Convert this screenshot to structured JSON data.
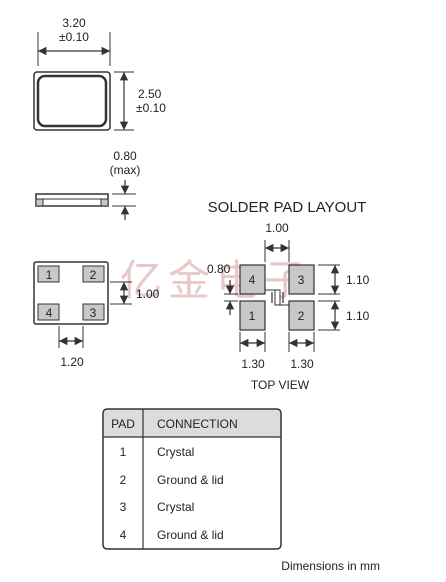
{
  "watermark": {
    "text": "亿金电子",
    "color": "#e8c8c8"
  },
  "colors": {
    "pad_fill": "#c8c8c8",
    "table_header_fill": "#dcdcdc",
    "outline": "#333333"
  },
  "top_view_package": {
    "width_value": "3.20",
    "width_tol": "±0.10",
    "height_value": "2.50",
    "height_tol": "±0.10"
  },
  "side_view": {
    "height_value": "0.80",
    "height_note": "(max)"
  },
  "bottom_view": {
    "pad_labels": [
      "1",
      "2",
      "3",
      "4"
    ],
    "vertical_gap": "1.00",
    "horizontal_pitch": "1.20"
  },
  "solder_pad_layout": {
    "title": "SOLDER PAD LAYOUT",
    "top_gap": "1.00",
    "pad_offset": "0.80",
    "pad_height_top": "1.10",
    "pad_height_bottom": "1.10",
    "pad_width_left": "1.30",
    "pad_width_right": "1.30",
    "pad_labels": [
      "1",
      "2",
      "3",
      "4"
    ],
    "view_label": "TOP VIEW"
  },
  "pad_table": {
    "headers": {
      "pad": "PAD",
      "connection": "CONNECTION"
    },
    "rows": [
      {
        "pad": "1",
        "connection": "Crystal"
      },
      {
        "pad": "2",
        "connection": "Ground & lid"
      },
      {
        "pad": "3",
        "connection": "Crystal"
      },
      {
        "pad": "4",
        "connection": "Ground & lid"
      }
    ]
  },
  "footer": {
    "units_note": "Dimensions in mm"
  }
}
